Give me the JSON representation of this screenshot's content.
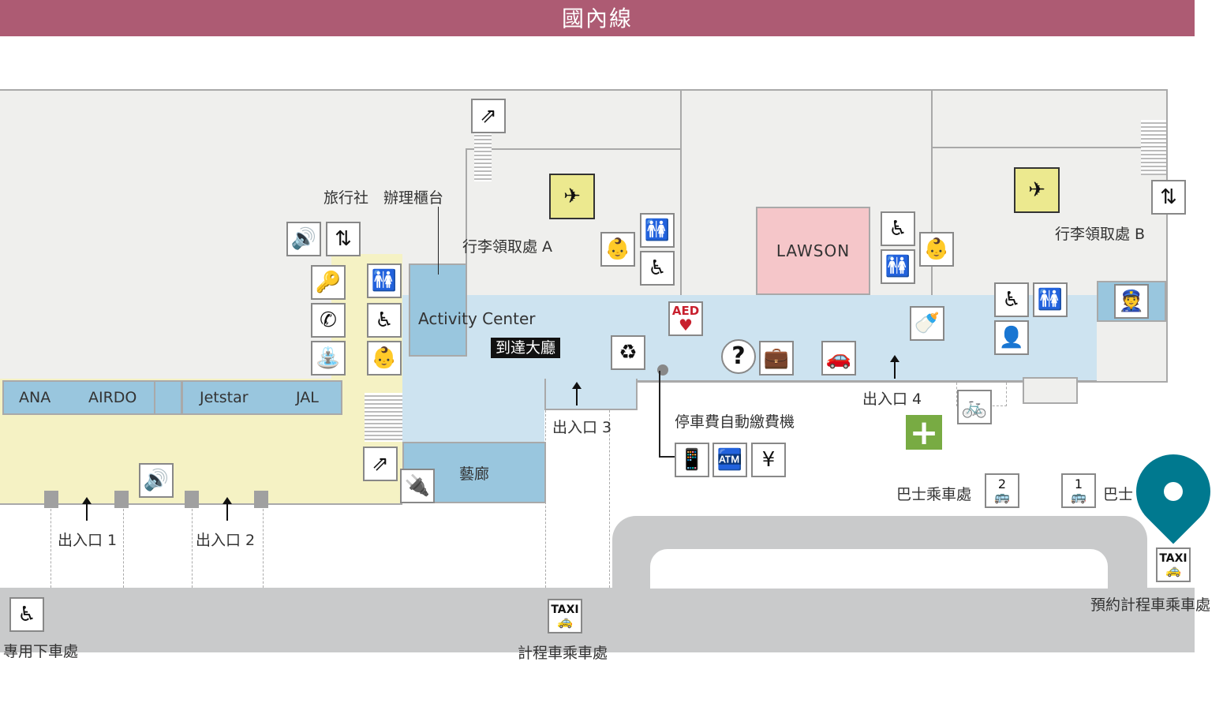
{
  "header": {
    "title": "國內線"
  },
  "labels": {
    "travel_counter": "旅行社　辦理櫃台",
    "baggage_a": "行李領取處 A",
    "baggage_b": "行李領取處 B",
    "lawson": "LAWSON",
    "activity_center": "Activity Center",
    "arrival_hall": "到達大廳",
    "gallery": "藝廊",
    "parking_machine": "停車費自動繳費機",
    "bus_stop": "巴士乘車處",
    "bus": "巴士",
    "reserved_taxi": "預約計程車乘車處",
    "taxi_stand": "計程車乘車處",
    "accessible_dropoff": "專用下車處",
    "aed": "AED",
    "taxi": "TAXI"
  },
  "airlines": [
    "ANA",
    "AIRDO",
    "Jetstar",
    "JAL"
  ],
  "entrances": [
    "出入口 1",
    "出入口 2",
    "出入口 3",
    "出入口 4"
  ],
  "bus_numbers": [
    "2",
    "1"
  ],
  "colors": {
    "header": "#ad5b73",
    "pin": "#00798f",
    "first_aid": "#78ab43",
    "lawson": "#f5c6c9"
  }
}
